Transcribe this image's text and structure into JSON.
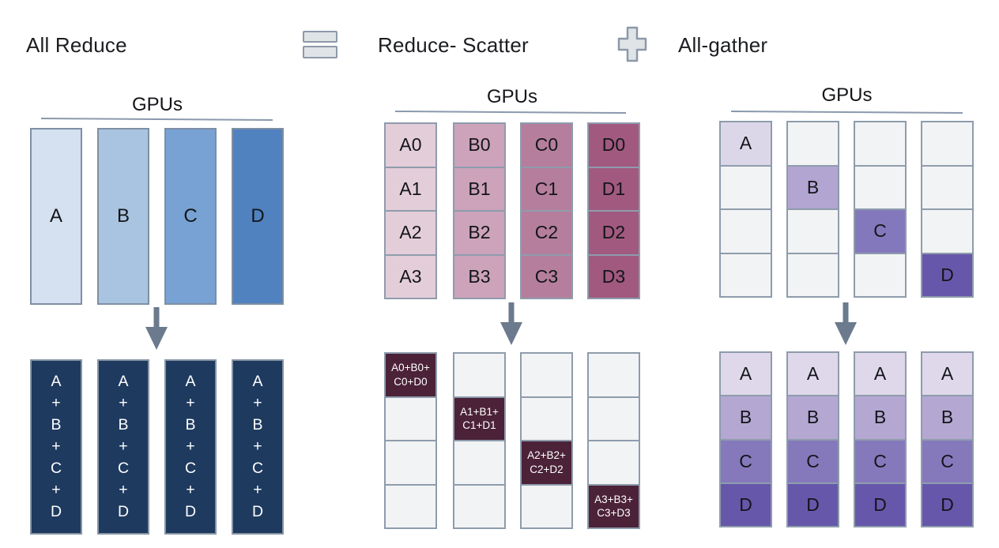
{
  "colors": {
    "title_text": "#1b1d21",
    "operator_fill": "#e1e4e7",
    "operator_border": "#8c99a9",
    "gpu_line": "#8a99ac",
    "grid_border": "#8e9cac",
    "arrow": "#6b7a8c",
    "empty_cell": "#f2f3f4",
    "all_reduce_output": "#1e3a5f",
    "reduce_scatter_output": "#4b2238"
  },
  "header": {
    "all_reduce_title": "All Reduce",
    "equals_icon": "equals-icon",
    "reduce_scatter_title": "Reduce- Scatter",
    "plus_icon": "plus-icon",
    "all_gather_title": "All-gather"
  },
  "panels": {
    "all_reduce": {
      "gpus_label": "GPUs",
      "input_columns": [
        {
          "label": "A",
          "color": "#d5e0f0"
        },
        {
          "label": "B",
          "color": "#a8c4e0"
        },
        {
          "label": "C",
          "color": "#78a2d4"
        },
        {
          "label": "D",
          "color": "#5082c0"
        }
      ],
      "output_text": "A\n+\nB\n+\nC\n+\nD"
    },
    "reduce_scatter": {
      "gpus_label": "GPUs",
      "input_columns": [
        {
          "color": "#e3cdd9",
          "cells": [
            "A0",
            "A1",
            "A2",
            "A3"
          ]
        },
        {
          "color": "#cca3ba",
          "cells": [
            "B0",
            "B1",
            "B2",
            "B3"
          ]
        },
        {
          "color": "#b57e9d",
          "cells": [
            "C0",
            "C1",
            "C2",
            "C3"
          ]
        },
        {
          "color": "#a1597f",
          "cells": [
            "D0",
            "D1",
            "D2",
            "D3"
          ]
        }
      ],
      "output_diagonal": [
        {
          "col": 0,
          "row": 0,
          "text": "A0+B0+\nC0+D0"
        },
        {
          "col": 1,
          "row": 1,
          "text": "A1+B1+\nC1+D1"
        },
        {
          "col": 2,
          "row": 2,
          "text": "A2+B2+\nC2+D2"
        },
        {
          "col": 3,
          "row": 3,
          "text": "A3+B3+\nC3+D3"
        }
      ]
    },
    "all_gather": {
      "gpus_label": "GPUs",
      "input_diagonal": [
        {
          "col": 0,
          "row": 0,
          "label": "A",
          "color": "#dcd7e8"
        },
        {
          "col": 1,
          "row": 1,
          "label": "B",
          "color": "#b2a5d1"
        },
        {
          "col": 2,
          "row": 2,
          "label": "C",
          "color": "#8478bc"
        },
        {
          "col": 3,
          "row": 3,
          "label": "D",
          "color": "#6757ab"
        }
      ],
      "output_rows": [
        {
          "label": "A",
          "color": "#ded8ea"
        },
        {
          "label": "B",
          "color": "#b4a7d2"
        },
        {
          "label": "C",
          "color": "#8579bc"
        },
        {
          "label": "D",
          "color": "#6757ab"
        }
      ]
    }
  }
}
